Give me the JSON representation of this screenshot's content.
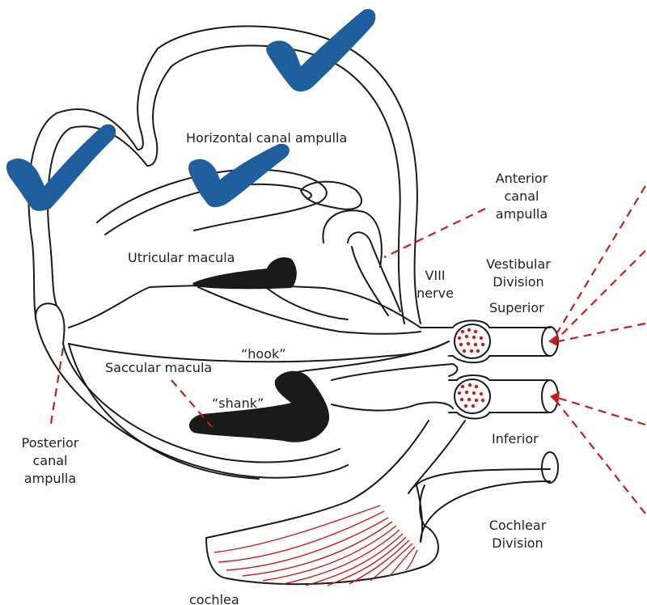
{
  "colors": {
    "outline": "#1a1a1a",
    "macula_fill": "#1a1a1a",
    "leader_red": "#c41e1e",
    "check_blue": "#1f5f9e",
    "background": "#ffffff"
  },
  "labels": {
    "horizontal_canal_ampulla": "Horizontal canal ampulla",
    "anterior_canal_ampulla": [
      "Anterior",
      "canal",
      "ampulla"
    ],
    "utricular_macula": "Utricular macula",
    "viii_nerve": [
      "VIII",
      "nerve"
    ],
    "vestibular_division": [
      "Vestibular",
      "Division"
    ],
    "superior": "Superior",
    "hook": "“hook”",
    "saccular_macula": "Saccular macula",
    "shank": "“shank”",
    "posterior_canal_ampulla": [
      "Posterior",
      "canal",
      "ampulla"
    ],
    "inferior": "Inferior",
    "cochlear_division": [
      "Cochlear",
      "Division"
    ],
    "cochlea": "cochlea"
  },
  "checkmarks": [
    "posterior-canal-check",
    "horizontal-canal-check",
    "anterior-canal-check"
  ]
}
